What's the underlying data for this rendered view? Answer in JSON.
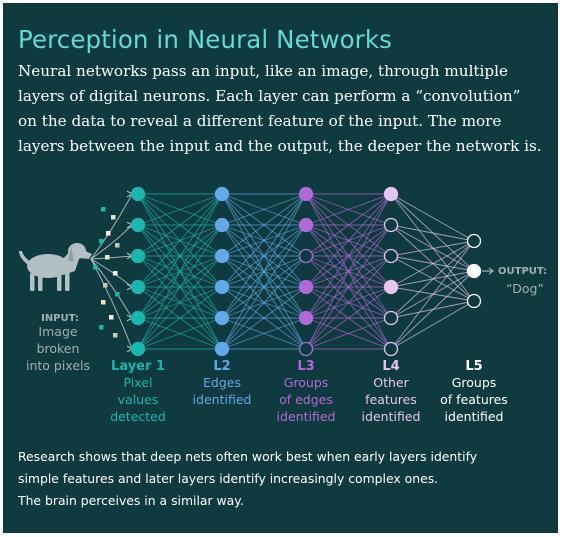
{
  "title": "Perception in Neural Networks",
  "intro": [
    "Neural networks pass an input, like an image, through multiple",
    "layers of digital neurons. Each layer can perform a “convolution”",
    "on the data to reveal a different feature of the input. The more",
    "layers between the input and the output, the deeper the network is."
  ],
  "input_label": {
    "heading": "INPUT:",
    "lines": [
      "Image",
      "broken",
      "into pixels"
    ]
  },
  "output_label": {
    "heading": "OUTPUT:",
    "value": "“Dog”"
  },
  "layers": [
    {
      "name": "Layer 1",
      "desc": [
        "Pixel",
        "values",
        "detected"
      ],
      "color": "#19b7ad",
      "nodes": 6,
      "filled": [
        0,
        1,
        2,
        3,
        4,
        5
      ]
    },
    {
      "name": "L2",
      "desc": [
        "Edges",
        "identified"
      ],
      "color": "#62a8ea",
      "nodes": 6,
      "filled": [
        0,
        1,
        2,
        3,
        4,
        5
      ]
    },
    {
      "name": "L3",
      "desc": [
        "Groups",
        "of edges",
        "identified"
      ],
      "color": "#b06ad8",
      "nodes": 6,
      "filled": [
        0,
        1,
        3,
        4
      ]
    },
    {
      "name": "L4",
      "desc": [
        "Other",
        "features",
        "identified"
      ],
      "color": "#e4c6ee",
      "nodes": 6,
      "filled": [
        0,
        3
      ]
    },
    {
      "name": "L5",
      "desc": [
        "Groups",
        "of features",
        "identified"
      ],
      "color": "#ffffff",
      "nodes": 3,
      "filled": [
        1
      ]
    }
  ],
  "footer": [
    "Research shows that deep nets often work best when early layers identify",
    "simple features and later layers identify increasingly complex ones.",
    "The brain perceives in a similar way."
  ],
  "colors": {
    "background": "#0f3a3f",
    "title": "#63dad3",
    "text": "#ffffff",
    "muted": "#9fb0b3"
  },
  "icons": {
    "input_image": "dog-silhouette-icon",
    "pixels": "pixel-squares-icon"
  }
}
